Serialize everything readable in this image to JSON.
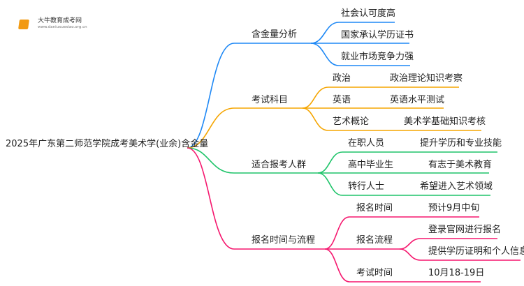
{
  "logo": {
    "title": "大牛教育成考网",
    "url": "www.daniuxuexiao.org.cn"
  },
  "root": "2025年广东第二师范学院成考美术学(业余)含金量",
  "colors": {
    "blue": "#1e88f5",
    "orange": "#f5a500",
    "green": "#1fc46a",
    "pink": "#f5176e"
  },
  "branches": [
    {
      "label": "含金量分析",
      "children": [
        {
          "label": "社会认可度高"
        },
        {
          "label": "国家承认学历证书"
        },
        {
          "label": "就业市场竞争力强"
        }
      ]
    },
    {
      "label": "考试科目",
      "children": [
        {
          "label": "政治",
          "detail": "政治理论知识考察"
        },
        {
          "label": "英语",
          "detail": "英语水平测试"
        },
        {
          "label": "艺术概论",
          "detail": "美术学基础知识考核"
        }
      ]
    },
    {
      "label": "适合报考人群",
      "children": [
        {
          "label": "在职人员",
          "detail": "提升学历和专业技能"
        },
        {
          "label": "高中毕业生",
          "detail": "有志于美术教育"
        },
        {
          "label": "转行人士",
          "detail": "希望进入艺术领域"
        }
      ]
    },
    {
      "label": "报名时间与流程",
      "children": [
        {
          "label": "报名时间",
          "detail": "预计9月中旬"
        },
        {
          "label": "报名流程",
          "details": [
            "登录官网进行报名",
            "提供学历证明和个人信息"
          ]
        },
        {
          "label": "考试时间",
          "detail": "10月18-19日"
        }
      ]
    }
  ]
}
